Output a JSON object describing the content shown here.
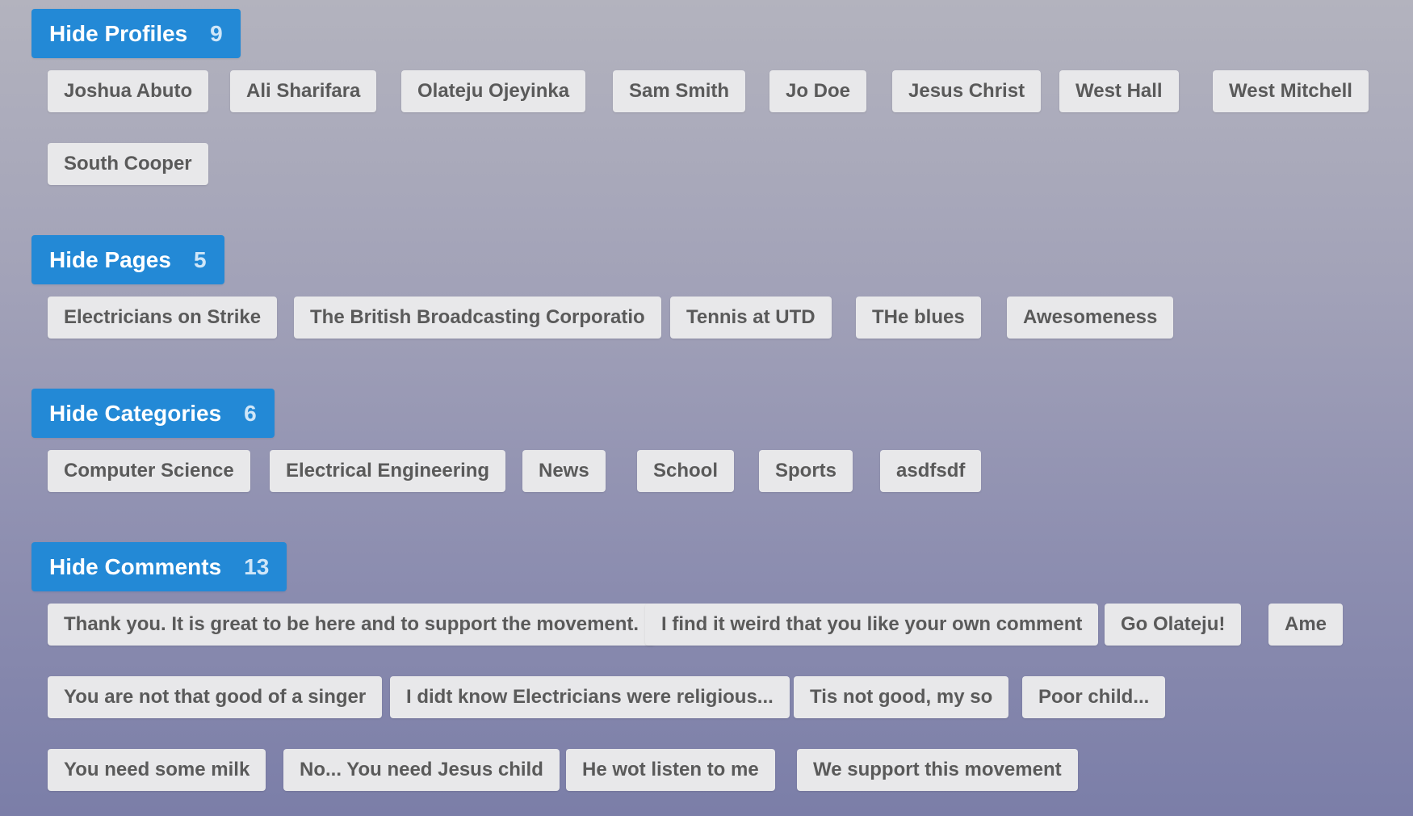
{
  "sections": [
    {
      "title": "Hide Profiles",
      "count": "9",
      "items": [
        "Joshua Abuto",
        "Ali Sharifara",
        "Olateju Ojeyinka",
        "Sam Smith",
        "Jo Doe",
        "Jesus Christ",
        "West Hall",
        "West Mitchell",
        "South Cooper"
      ]
    },
    {
      "title": "Hide Pages",
      "count": "5",
      "items": [
        "Electricians on Strike",
        "The British Broadcasting Corporatio",
        "Tennis at UTD",
        "THe blues",
        "Awesomeness"
      ]
    },
    {
      "title": "Hide Categories",
      "count": "6",
      "items": [
        "Computer Science",
        "Electrical Engineering",
        "News",
        "School",
        "Sports",
        "asdfsdf"
      ]
    },
    {
      "title": "Hide Comments",
      "count": "13",
      "items": [
        "Thank you. It is great to be here and to support the movement.",
        "I find it weird that you like your own comment",
        "Go Olateju!",
        "Ame",
        "You are not that good of a singer",
        "I didt know Electricians were religious...",
        "Tis not good, my so",
        "Poor child...",
        "You need some milk",
        "No... You need Jesus child",
        "He wot listen to me",
        "We support this movement"
      ]
    }
  ]
}
